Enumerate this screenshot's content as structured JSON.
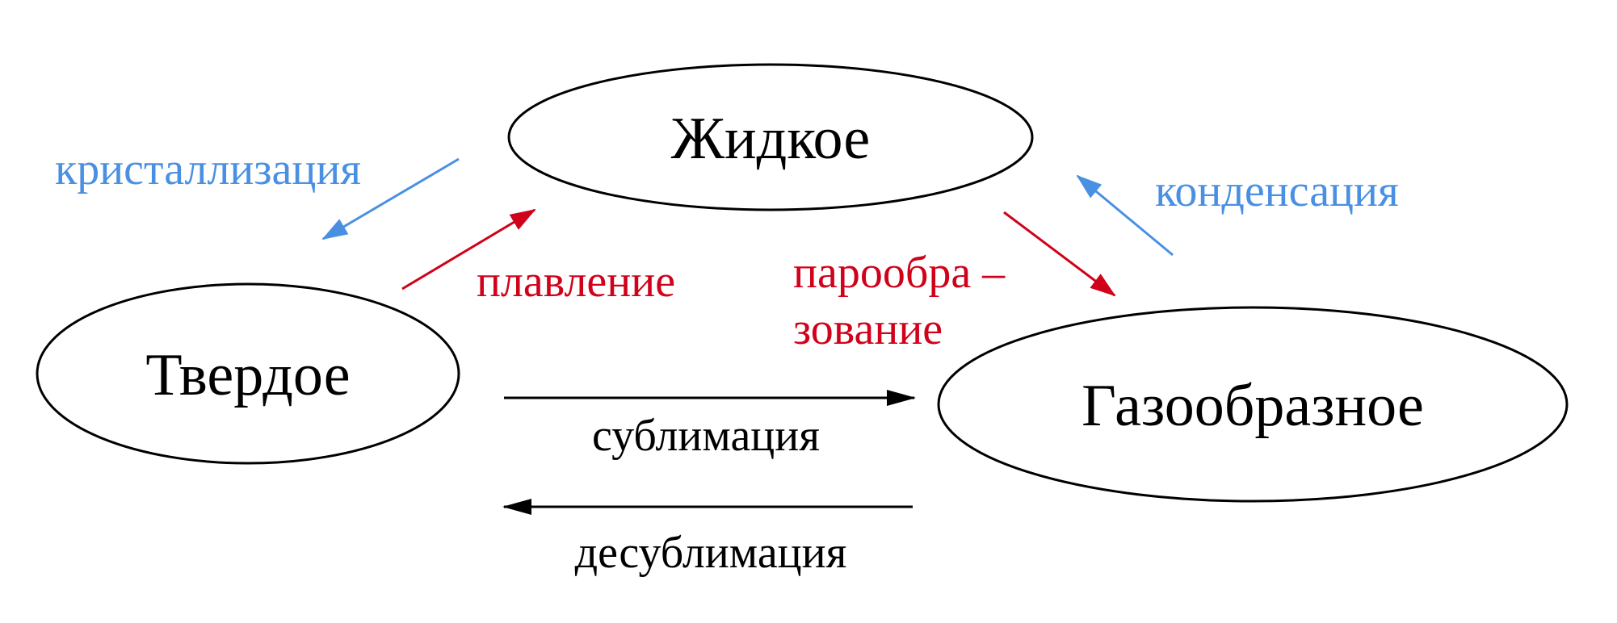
{
  "states": {
    "liquid": "Жидкое",
    "solid": "Твердое",
    "gas": "Газообразное"
  },
  "transitions": {
    "crystallization": "кристаллизация",
    "melting": "плавление",
    "condensation": "конденсация",
    "vaporization_line1": "парообра –",
    "vaporization_line2": "зование",
    "sublimation": "сублимация",
    "desublimation": "десублимация"
  },
  "colors": {
    "blue": "#4a90e2",
    "red": "#d0021b",
    "black": "#000000"
  }
}
